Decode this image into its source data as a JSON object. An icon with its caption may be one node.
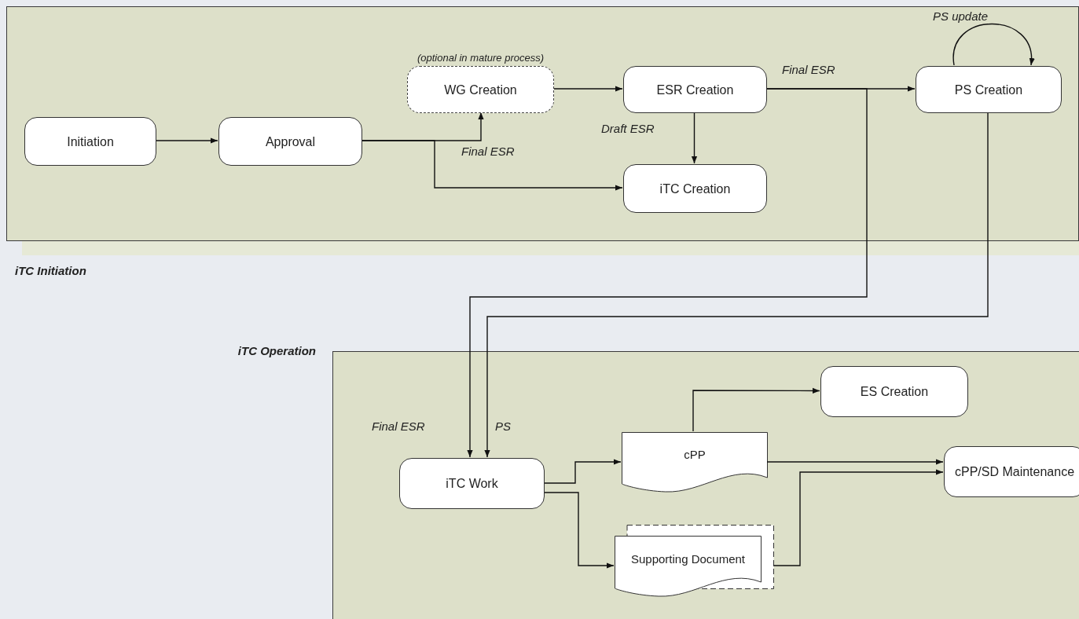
{
  "diagram": {
    "nodes": [
      {
        "text": [
          "iTC Initiation"
        ]
      },
      {
        "text": [
          "Initiation"
        ],
        "in": 0
      },
      {
        "text": [
          "Approval"
        ],
        "in": 0
      },
      {
        "text": [
          "WG Creation"
        ],
        "in": 0,
        "beside": [
          "(optional in mature process)"
        ]
      },
      {
        "text": [
          "ESR Creation"
        ],
        "in": 0
      },
      {
        "text": [
          "iTC Creation"
        ],
        "in": 0
      },
      {
        "text": [
          "PS Creation"
        ],
        "in": 0
      },
      {
        "text": [
          "iTC Operation"
        ]
      },
      {
        "text": [
          "iTC Work"
        ],
        "in": 7
      },
      {
        "text": [
          "cPP"
        ],
        "in": 7
      },
      {
        "text": [
          "Supporting Document"
        ],
        "in": 7
      },
      {
        "text": [
          "ES Creation"
        ],
        "in": 7
      },
      {
        "text": [
          "cPP/SD Maintenance"
        ],
        "in": 7
      }
    ],
    "edges": [
      {
        "from": 1,
        "to": 2,
        "arrow": "to"
      },
      {
        "from": 2,
        "to": 3,
        "arrow": "to",
        "label": "Final ESR"
      },
      {
        "from": 2,
        "to": 5,
        "arrow": "to"
      },
      {
        "from": 3,
        "to": 4,
        "arrow": "to"
      },
      {
        "from": 4,
        "to": 5,
        "arrow": "to",
        "label": "Draft ESR"
      },
      {
        "from": 4,
        "to": 6,
        "arrow": "to",
        "label": "Final ESR"
      },
      {
        "from": 4,
        "to": 8,
        "arrow": "to",
        "label": "Final ESR"
      },
      {
        "from": 6,
        "to": 8,
        "arrow": "to",
        "label": "PS"
      },
      {
        "from": 6,
        "to": 6,
        "arrow": "to",
        "label": "PS update"
      },
      {
        "from": 8,
        "to": 9,
        "arrow": "to"
      },
      {
        "from": 8,
        "to": 10,
        "arrow": "to"
      },
      {
        "from": 9,
        "to": 11,
        "arrow": "to"
      },
      {
        "from": 9,
        "to": 12,
        "arrow": "to"
      },
      {
        "from": 10,
        "to": 12,
        "arrow": "to"
      }
    ]
  }
}
